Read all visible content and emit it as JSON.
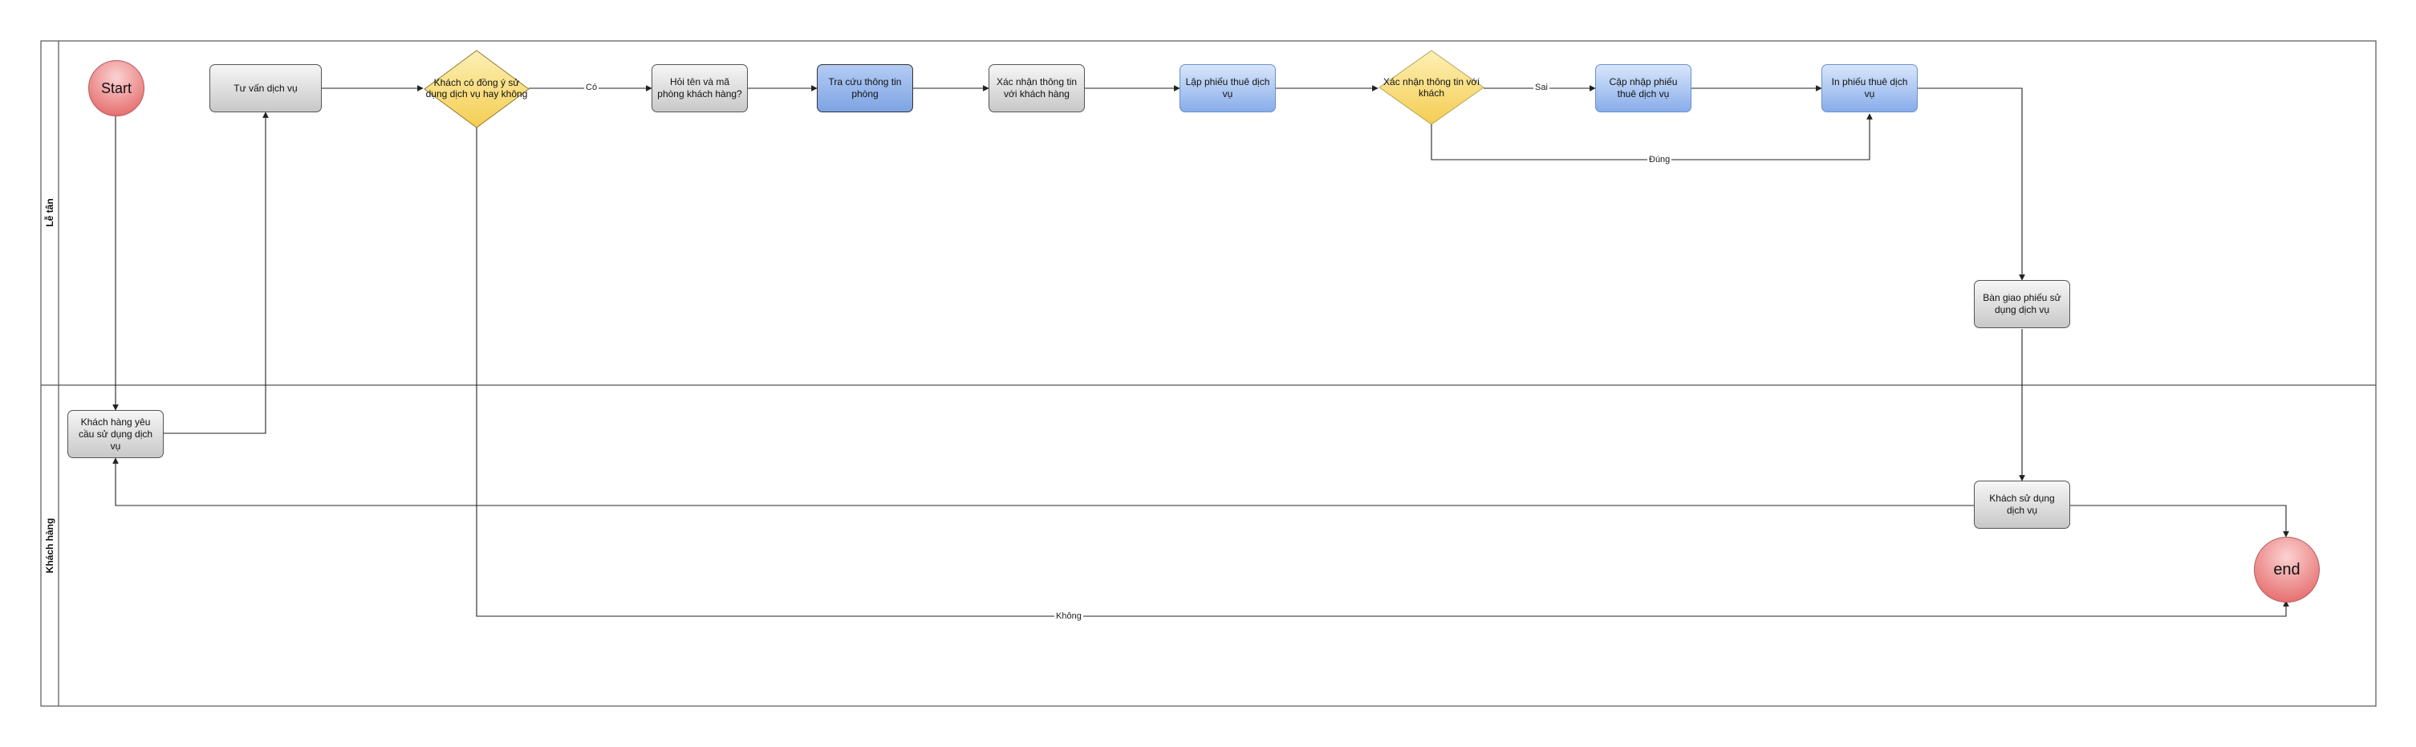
{
  "lanes": [
    {
      "label": "Lễ tân"
    },
    {
      "label": "Khách hàng"
    }
  ],
  "nodes": {
    "start": "Start",
    "end": "end",
    "tu_van": "Tư vấn dịch vụ",
    "khach_dong_y": "Khách có đồng ý sử dụng dịch vụ hay không",
    "hoi_ten": "Hỏi tên và mã phòng khách hàng?",
    "tra_cuu": "Tra cứu thông tin phòng",
    "xac_nhan_kh": "Xác nhận thông tin với khách hàng",
    "lap_phieu": "Lập phiếu thuê dịch vụ",
    "xac_nhan_khach": "Xác nhận thông tin với khách",
    "cap_nhap": "Cập nhập phiếu thuê dịch vụ",
    "in_phieu": "In phiếu thuê dịch vụ",
    "ban_giao": "Bàn giao phiếu sử dụng dịch vụ",
    "yeu_cau": "Khách hàng yêu cầu sử dụng dịch vụ",
    "su_dung": "Khách sử dụng dịch vụ"
  },
  "edge_labels": {
    "co": "Có",
    "sai": "Sai",
    "dung": "Đúng",
    "khong": "Không"
  },
  "colors": {
    "lane_border": "#555555",
    "edge": "#222222",
    "decision_fill": "#f7d86a",
    "process_gray": "#d6d6d6",
    "process_blue": "#9bbcf0",
    "terminal_red": "#e66a6a"
  }
}
